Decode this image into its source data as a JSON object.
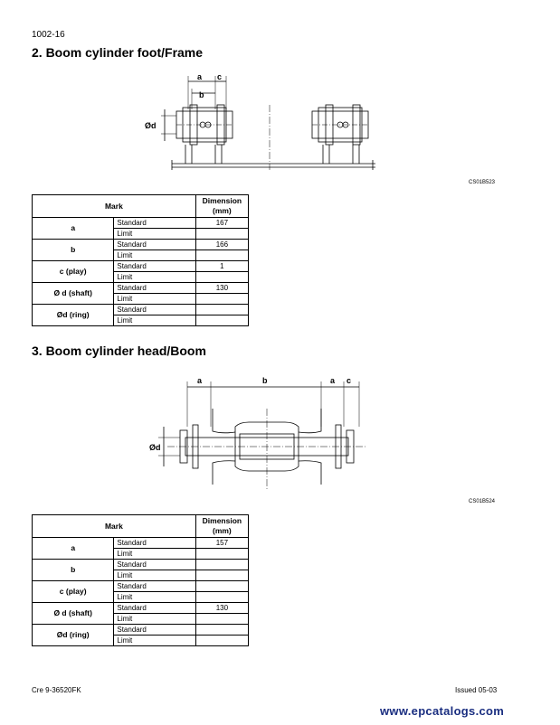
{
  "page": {
    "number": "1002-16",
    "footer_left": "Cre  9-36520FK",
    "footer_right": "Issued 05-03",
    "watermark": "www.epcatalogs.com"
  },
  "section1": {
    "title": "2. Boom cylinder foot/Frame",
    "figure_code": "CS01B523",
    "labels": {
      "a": "a",
      "b": "b",
      "c": "c",
      "d": "Ød"
    },
    "table": {
      "headers": {
        "mark": "Mark",
        "dimension": "Dimension\n(mm)"
      },
      "rows": [
        {
          "mark": "a",
          "standard_label": "Standard",
          "standard": "167",
          "limit_label": "Limit",
          "limit": ""
        },
        {
          "mark": "b",
          "standard_label": "Standard",
          "standard": "166",
          "limit_label": "Limit",
          "limit": ""
        },
        {
          "mark": "c (play)",
          "standard_label": "Standard",
          "standard": "1",
          "limit_label": "Limit",
          "limit": ""
        },
        {
          "mark": "Ø d (shaft)",
          "standard_label": "Standard",
          "standard": "130",
          "limit_label": "Limit",
          "limit": ""
        },
        {
          "mark": "Ød (ring)",
          "standard_label": "Standard",
          "standard": "",
          "limit_label": "Limit",
          "limit": ""
        }
      ]
    }
  },
  "section2": {
    "title": "3. Boom cylinder head/Boom",
    "figure_code": "CS01B524",
    "labels": {
      "a": "a",
      "b": "b",
      "a2": "a",
      "c": "c",
      "d": "Ød"
    },
    "table": {
      "headers": {
        "mark": "Mark",
        "dimension": "Dimension\n(mm)"
      },
      "rows": [
        {
          "mark": "a",
          "standard_label": "Standard",
          "standard": "157",
          "limit_label": "Limit",
          "limit": ""
        },
        {
          "mark": "b",
          "standard_label": "Standard",
          "standard": "",
          "limit_label": "Limit",
          "limit": ""
        },
        {
          "mark": "c (play)",
          "standard_label": "Standard",
          "standard": "",
          "limit_label": "Limit",
          "limit": ""
        },
        {
          "mark": "Ø d (shaft)",
          "standard_label": "Standard",
          "standard": "130",
          "limit_label": "Limit",
          "limit": ""
        },
        {
          "mark": "Ød (ring)",
          "standard_label": "Standard",
          "standard": "",
          "limit_label": "Limit",
          "limit": ""
        }
      ]
    }
  }
}
